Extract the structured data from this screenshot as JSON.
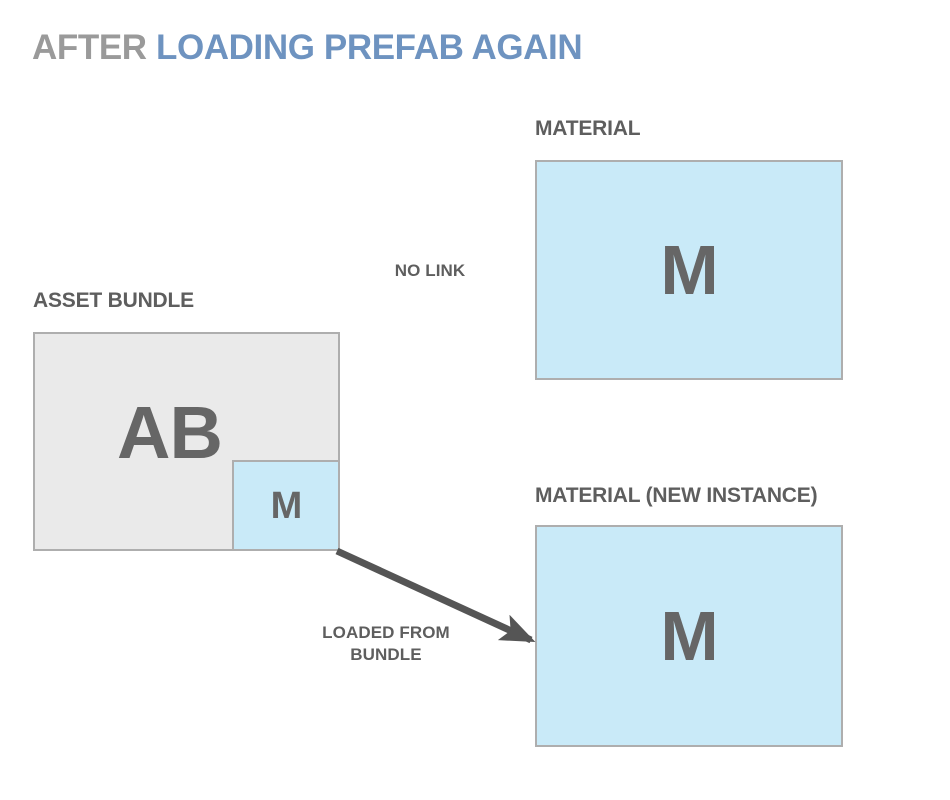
{
  "title": {
    "part_gray": "AFTER ",
    "part_blue": "LOADING PREFAB AGAIN"
  },
  "colors": {
    "title_gray": "#9a9a9a",
    "title_blue": "#6e93c0",
    "label_gray": "#5e5e5e",
    "glyph_gray": "#666666",
    "box_border": "#aeaeae",
    "fill_blue": "#c9eaf8",
    "fill_gray": "#eaeaea",
    "arrow": "#555555",
    "background": "#ffffff"
  },
  "nodes": {
    "asset_bundle": {
      "label": "ASSET BUNDLE",
      "glyph": "AB",
      "fill": "gray"
    },
    "bundle_material": {
      "glyph": "M",
      "fill": "blue"
    },
    "material_top": {
      "label": "MATERIAL",
      "glyph": "M",
      "fill": "blue"
    },
    "material_new_instance": {
      "label": "MATERIAL (NEW INSTANCE)",
      "glyph": "M",
      "fill": "blue"
    }
  },
  "edges": {
    "no_link": {
      "label": "NO LINK",
      "has_arrow": false
    },
    "loaded_from_bundle": {
      "label": "LOADED FROM\nBUNDLE",
      "has_arrow": true,
      "from": "bundle_material",
      "to": "material_new_instance"
    }
  }
}
